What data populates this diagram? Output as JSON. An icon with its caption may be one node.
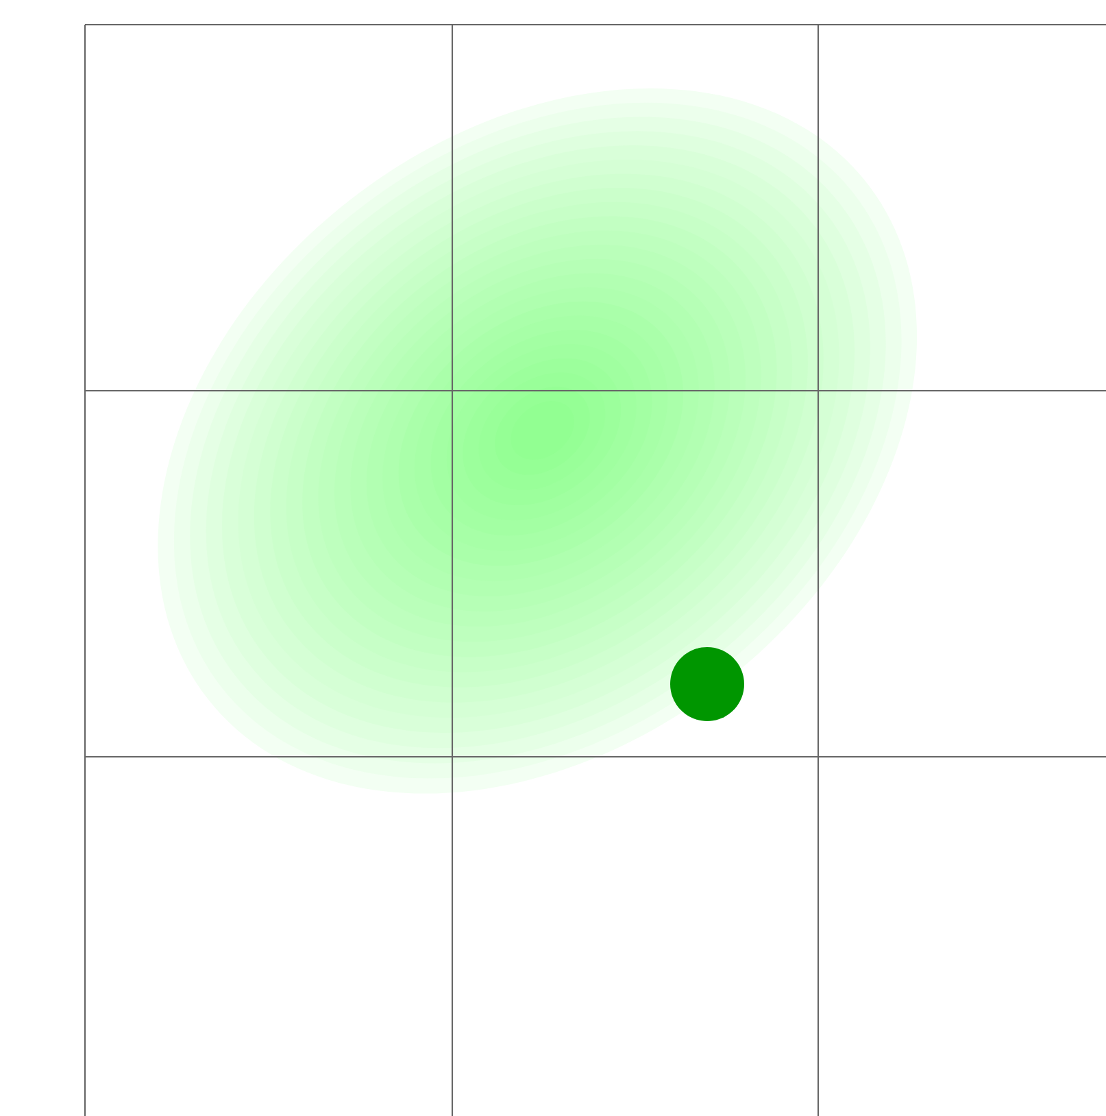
{
  "diagram": {
    "nodes": [
      {
        "text": [],
        "shape": "ellipse"
      },
      {
        "text": [],
        "shape": "circle",
        "in": 0
      }
    ]
  }
}
